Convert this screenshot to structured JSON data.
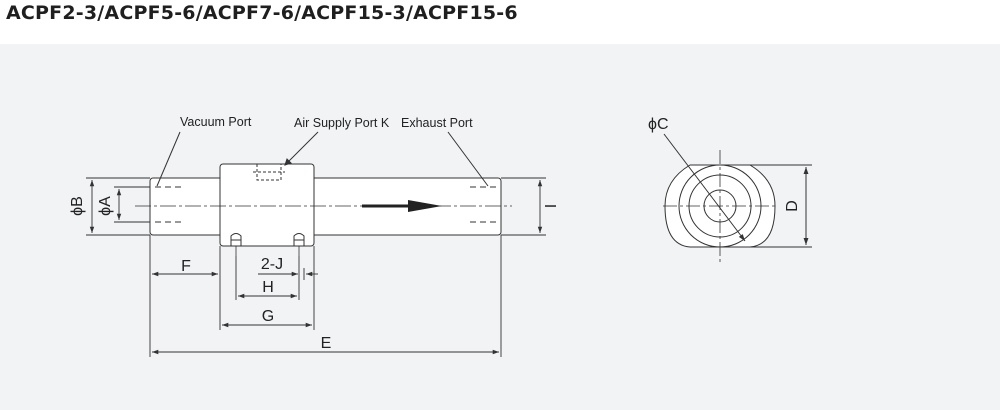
{
  "title": "ACPF2-3/ACPF5-6/ACPF7-6/ACPF15-3/ACPF15-6",
  "labels": {
    "vacuum_port": "Vacuum Port",
    "air_supply_port": "Air Supply Port K",
    "exhaust_port": "Exhaust Port"
  },
  "dimensions": {
    "phi_b": "ϕB",
    "phi_a": "ϕA",
    "f": "F",
    "two_j": "2-J",
    "h": "H",
    "g": "G",
    "e": "E",
    "i": "I",
    "phi_c": "ϕC",
    "d": "D"
  },
  "colors": {
    "line": "#333333",
    "panel": "#f2f3f5",
    "body": "#ffffff"
  }
}
